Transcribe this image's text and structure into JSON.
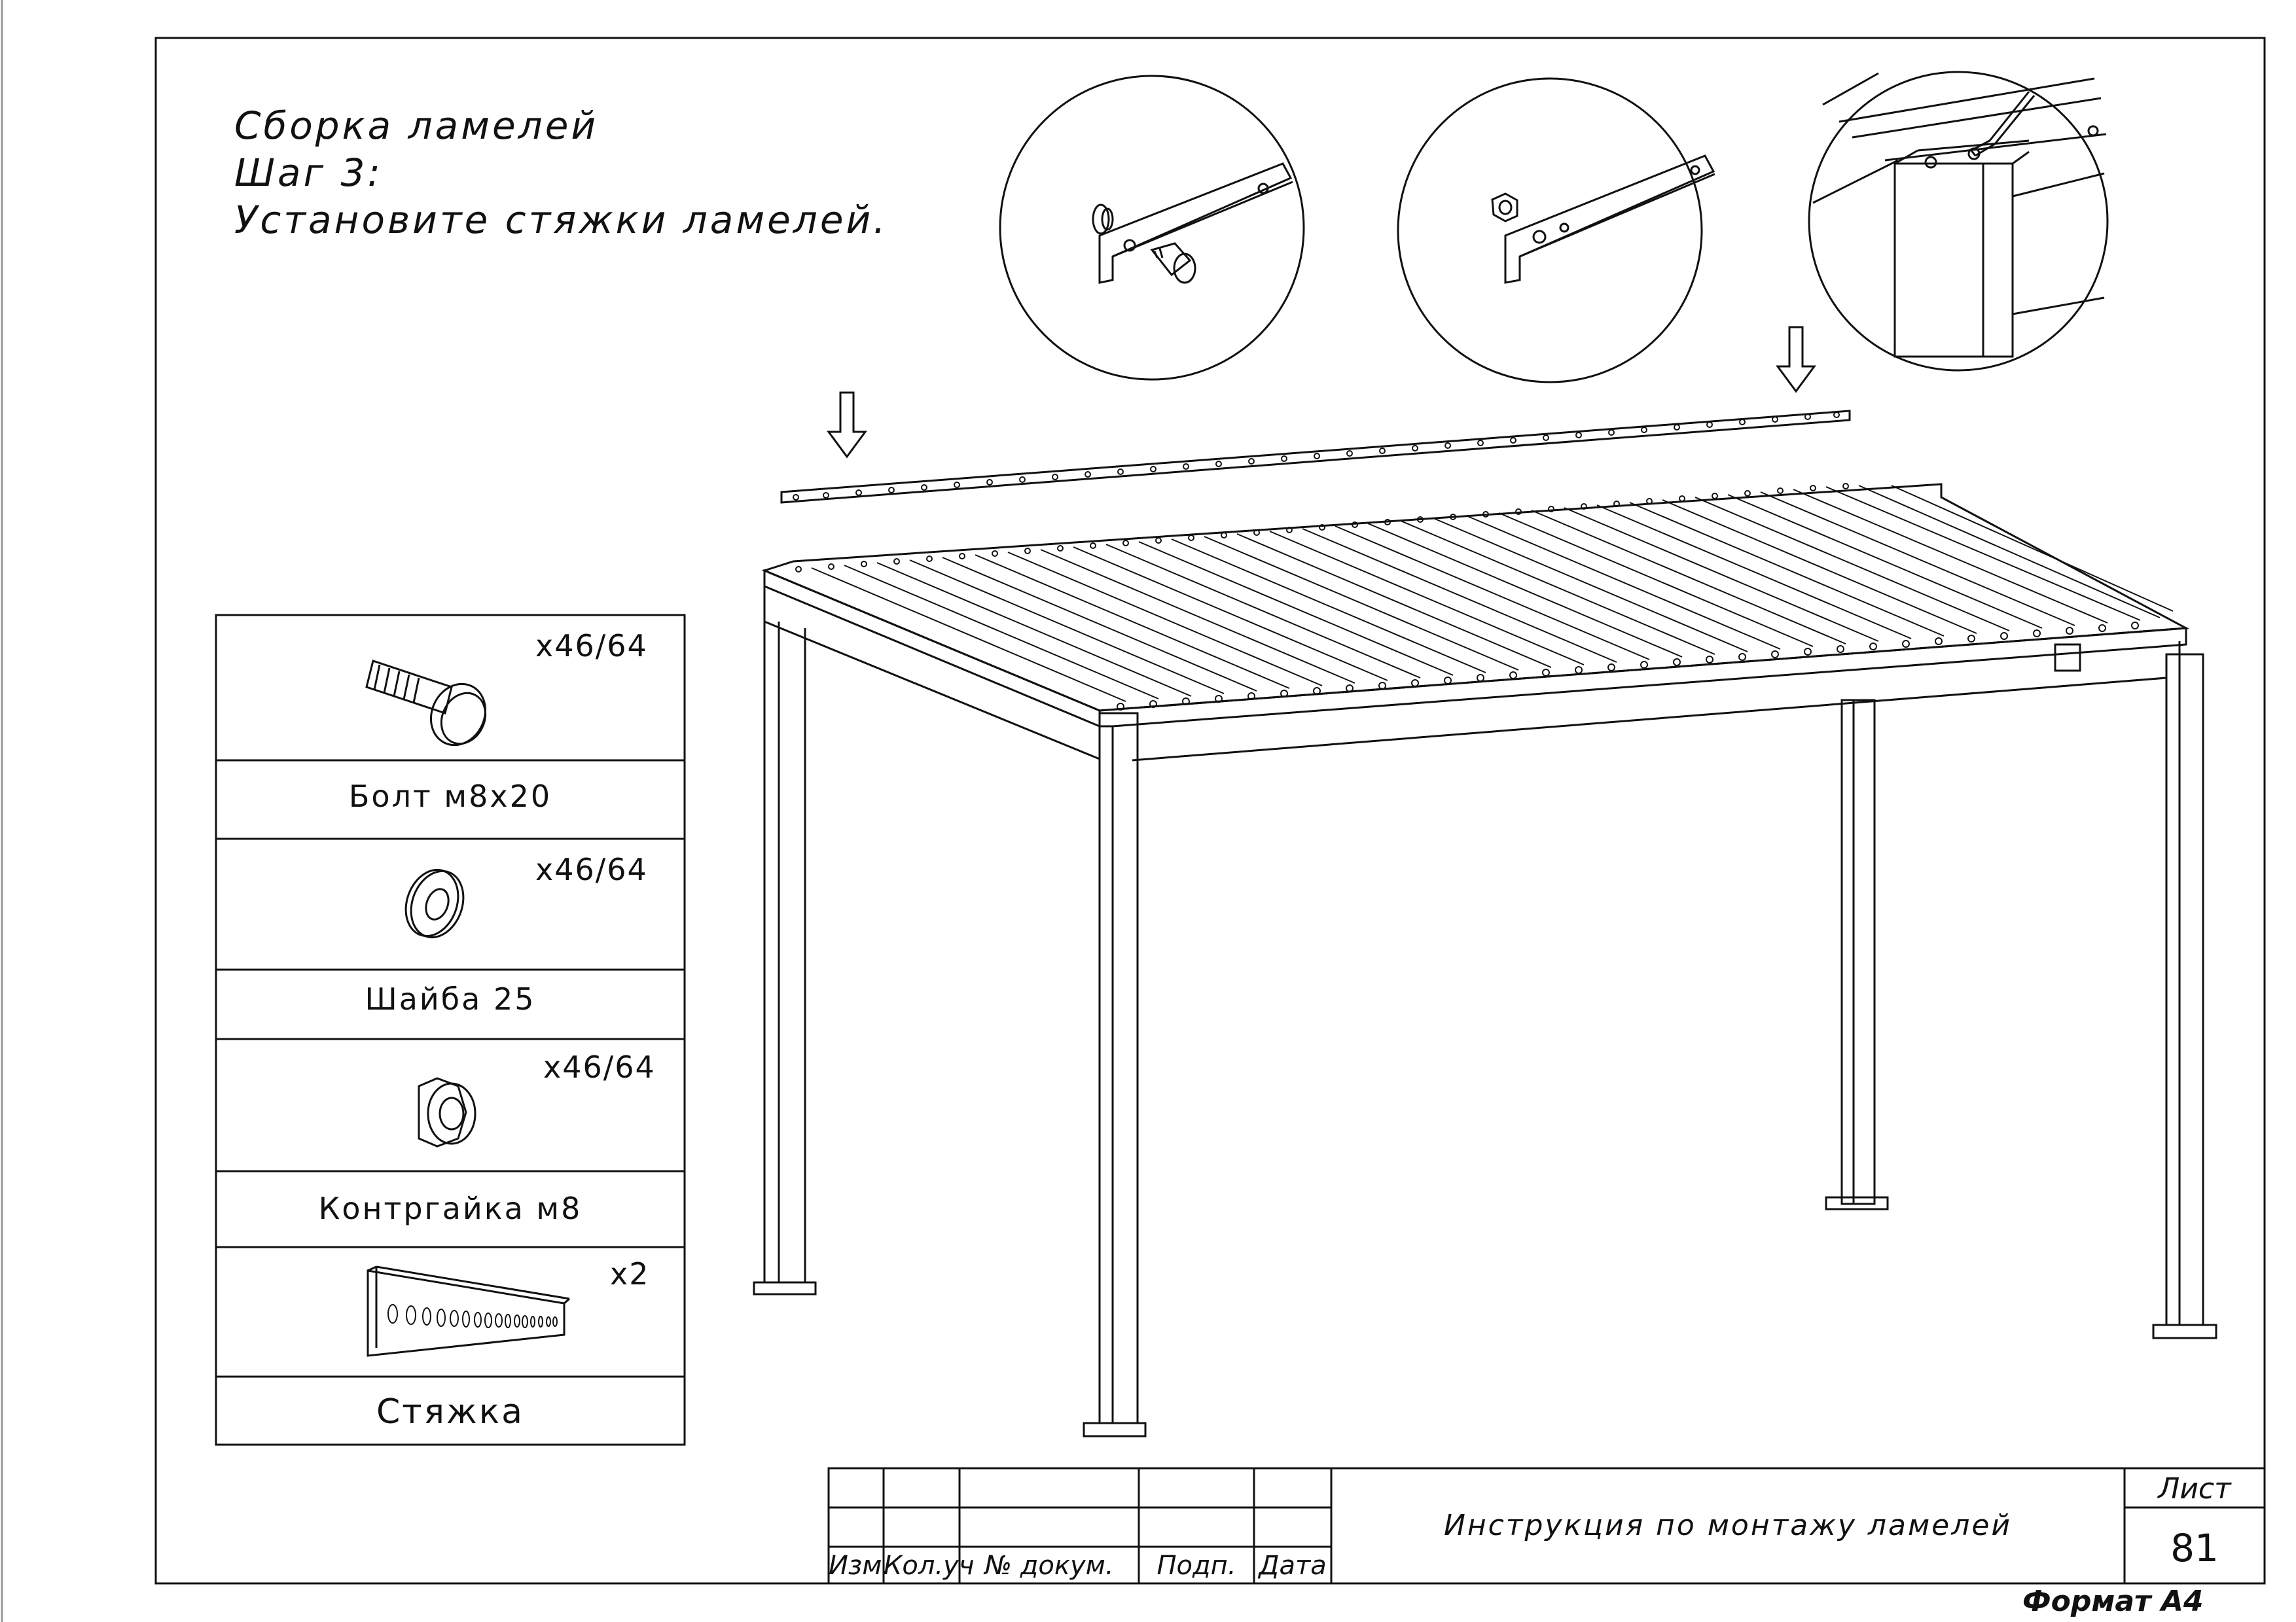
{
  "heading": {
    "line1": "Сборка ламелей",
    "line2": "Шаг 3:",
    "line3": "Установите стяжки ламелей."
  },
  "parts": [
    {
      "qty": "x46/64",
      "name": "Болт м8х20",
      "icon": "bolt-icon"
    },
    {
      "qty": "x46/64",
      "name": "Шайба 25",
      "icon": "washer-icon"
    },
    {
      "qty": "x46/64",
      "name": "Контргайка м8",
      "icon": "locknut-icon"
    },
    {
      "qty": "x2",
      "name": "Стяжка",
      "icon": "tie-bar-icon"
    }
  ],
  "title_block": {
    "columns": [
      "Изм.",
      "Кол.уч",
      "№ докум.",
      "Подп.",
      "Дата"
    ],
    "document_title": "Инструкция по монтажу ламелей",
    "sheet_label": "Лист",
    "sheet_number": "81"
  },
  "format_label": "Формат А4",
  "colors": {
    "line": "#111111",
    "background": "#ffffff"
  }
}
